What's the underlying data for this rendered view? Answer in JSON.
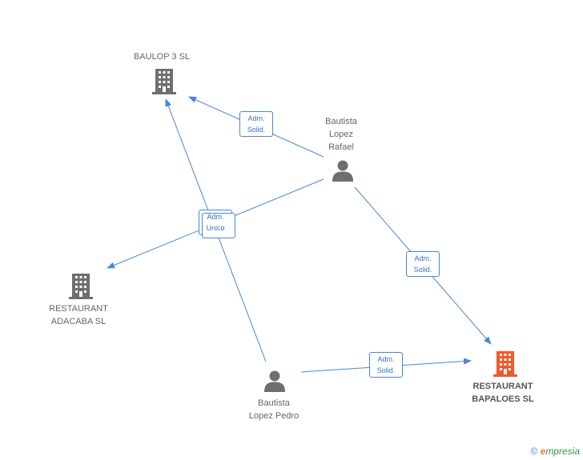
{
  "nodes": {
    "baulop": {
      "lines": [
        "BAULOP 3 SL"
      ],
      "type": "company"
    },
    "rafael": {
      "lines": [
        "Bautista",
        "Lopez",
        "Rafael"
      ],
      "type": "person"
    },
    "adacaba": {
      "lines": [
        "RESTAURANT",
        "ADACABA SL"
      ],
      "type": "company"
    },
    "pedro": {
      "lines": [
        "Bautista",
        "Lopez Pedro"
      ],
      "type": "person"
    },
    "bapaloes": {
      "lines": [
        "RESTAURANT",
        "BAPALOES SL"
      ],
      "type": "company-highlight"
    }
  },
  "edge_labels": {
    "rafael_baulop": [
      "Adm.",
      "Solid."
    ],
    "rafael_adacaba": [
      "Adm.",
      "Unico"
    ],
    "rafael_bapaloes": [
      "Adm.",
      "Solid."
    ],
    "pedro_bapaloes": [
      "Adm.",
      "Solid."
    ]
  },
  "footer": {
    "copyright": "©",
    "brand_e": "e",
    "brand_rest": "mpresia"
  },
  "colors": {
    "edge": "#4a86d4",
    "icon_gray": "#6f6f6f",
    "icon_highlight": "#f05a28"
  }
}
